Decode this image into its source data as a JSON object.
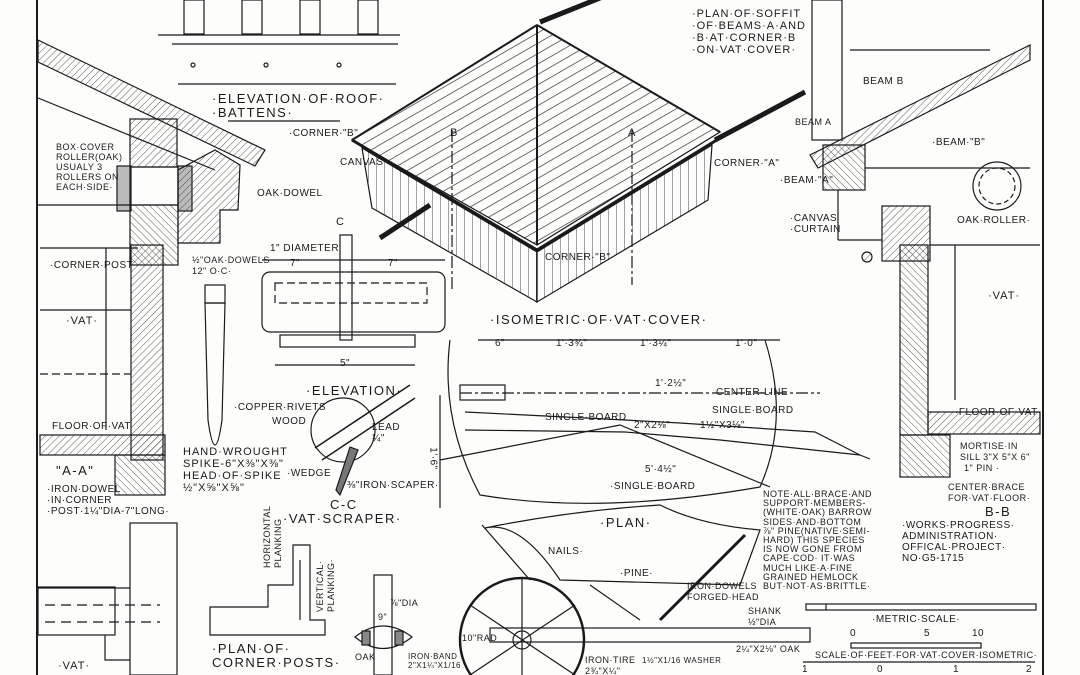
{
  "titles": {
    "roof_battens": "·ELEVATION·OF·ROOF·\n·BATTENS·",
    "soffit": "·PLAN·OF·SOFFIT\n·OF·BEAMS·A·AND\n·B·AT·CORNER·B\n·ON·VAT·COVER·",
    "isometric": "·ISOMETRIC·OF·VAT·COVER·",
    "elevation": "·ELEVATION·",
    "cc": "C-C",
    "vat_scraper": "·VAT·SCRAPER·",
    "plan": "·PLAN·",
    "aa": "\"A-A\"",
    "bb": "B-B",
    "corner_posts": "·PLAN·OF·\nCORNER·POSTS·"
  },
  "labels": {
    "box_cover": "BOX·COVER\nROLLER(OAK)\nUSUALY 3\nROLLERS ON\nEACH·SIDE·",
    "oak_dowel": "OAK·DOWEL",
    "oak_dowels": "½\"OAK·DOWELS\n12\" O·C·",
    "corner_post": "·CORNER·POST",
    "vat_left": "·VAT·",
    "vat_right": "·VAT·",
    "vat_bottom": "·VAT·",
    "corner_b_left": "·CORNER·\"B\"",
    "canvas": "CANVAS",
    "corner_a": "CORNER·\"A\"",
    "corner_b_bottom": "CORNER·\"B\"",
    "diameter": "1\" DIAMETER",
    "seven_left": "7\"",
    "seven_right": "7\"",
    "five": "5\"",
    "beam_b": "BEAM B",
    "beam_a_top": "BEAM A",
    "beam_b_quoted": "·BEAM·\"B\"",
    "beam_a_quoted": "·BEAM·\"A\"",
    "canvas_curtain": "·CANVAS\n·CURTAIN",
    "oak_roller": "OAK·ROLLER·",
    "floor_of_vat_left": "FLOOR·OF·VAT",
    "floor_of_vat_right": "·FLOOR·OF·VAT·",
    "hand_wrought": "HAND·WROUGHT\nSPIKE-6\"x⅜\"x⅜\"\nHEAD·OF·SPIKE\n½\"x⅝\"x⅝\"",
    "iron_dowel": "·IRON·DOWEL\n·IN·CORNER\n·POST·1¼\"DIA-7\"LONG·",
    "copper_rivets": "·COPPER·RIVETS",
    "wood": "WOOD",
    "lead": "LEAD\n¼\"",
    "wedge": "·WEDGE",
    "iron_scraper": "⅜\"IRON·SCAPER·",
    "horizontal_planking": "HORIZONTAL\nPLANKING",
    "vertical_planking": "VERTICAL·\nPLANKING·",
    "six_in": "6\"",
    "dim_1_3_3_4": "1'·3¾\"",
    "dim_1_3_1_4": "1'·3¼\"",
    "dim_1_0": "1'·0\"",
    "dim_1_2_1_2": "1'·2½\"",
    "center_line": "CENTER·LINE",
    "single_board_1": "SINGLE·BOARD",
    "single_board_2": "SINGLE·BOARD",
    "single_board_3": "·SINGLE·BOARD",
    "dim_2x2": "2\"x2⅛\"",
    "dim_1x3": "1½\"x3⅛\"",
    "dim_5_4": "5'·4½\"",
    "dim_1_6": "1'·6\"",
    "mortise": "MORTISE·IN\nSILL 3\"X 5\"X 6\"",
    "pin": "1\" PIN ·",
    "center_brace": "CENTER·BRACE\nFOR·VAT·FLOOR·",
    "note": "NOTE·ALL·BRACE·AND\nSUPPORT·MEMBERS-\n(WHITE·OAK) BARROW\nSIDES·AND·BOTTOM\n⅞\" PINE(NATIVE·SEMI-\nHARD) THIS SPECIES\nIS NOW GONE FROM\nCAPE·COD· IT·WAS\nMUCH LIKE·A·FINE\nGRAINED HEMLOCK\nBUT·NOT·AS·BRITTLE·",
    "wpa": "·WORKS·PROGRESS·\nADMINISTRATION·\nOFFICAL·PROJECT·\nNO·G5-1715",
    "nails": "NAILS·",
    "pine": "·PINE·",
    "iron_dowels": "IRON·DOWELS\nFORGED·HEAD",
    "shank": "SHANK\n½\"DIA",
    "oak_2x2": "2¼\"x2⅛\" OAK",
    "iron_tire": "IRON·TIRE\n2¾\"x¼\"",
    "washer": "1½\"x1/16 WASHER",
    "rad": "10\"RAD",
    "dia_7_8": "⅞\"DIA",
    "oak_small": "OAK",
    "iron_band": "IRON·BAND\n2\"x1¼\"x1/16",
    "dim_9": "9\""
  },
  "scales": {
    "metric_title": "·METRIC·SCALE·",
    "metric_ticks": [
      "0",
      "5",
      "10"
    ],
    "feet_title": "SCALE·OF·FEET·FOR·VAT·COVER·ISOMETRIC·",
    "feet_ticks": [
      "1",
      "0",
      "1",
      "2"
    ]
  },
  "section_marks": {
    "a": "A",
    "b": "B",
    "c": "C"
  }
}
